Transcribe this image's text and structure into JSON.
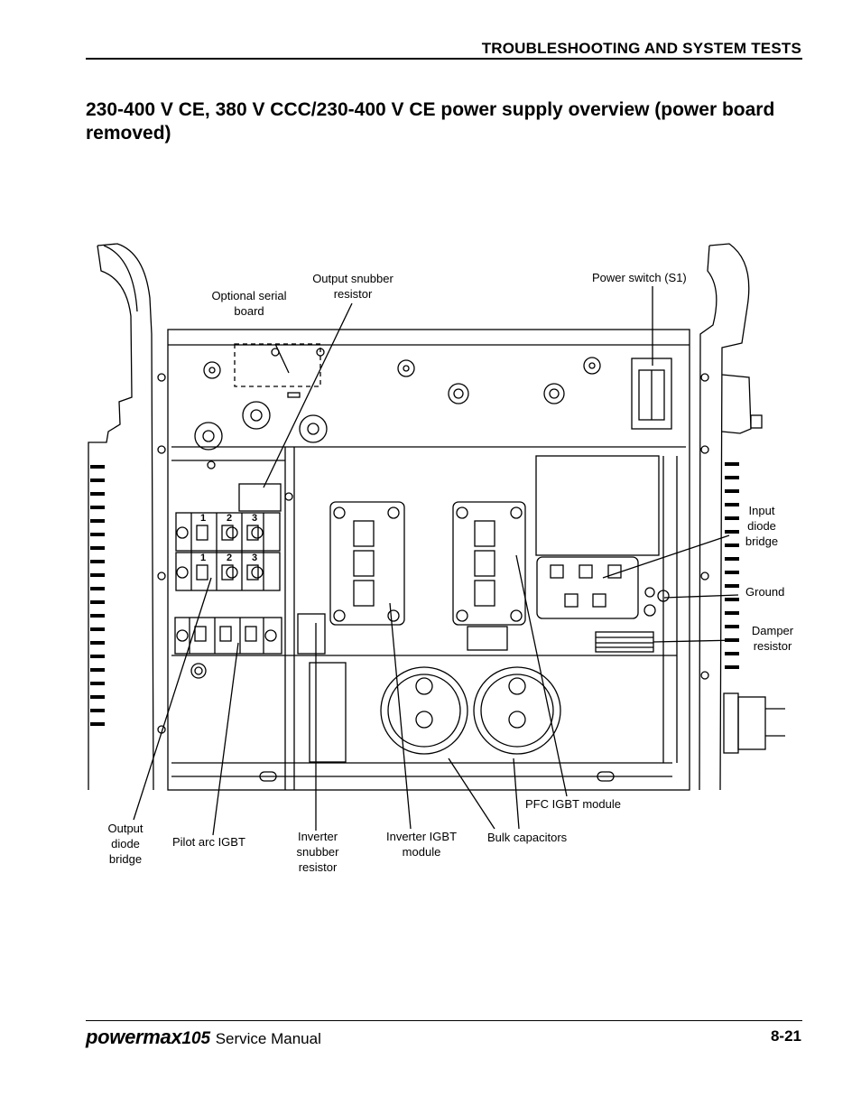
{
  "header": {
    "section_title": "TROUBLESHOOTING AND SYSTEM TESTS"
  },
  "page_heading": "230-400 V CE, 380 V CCC/230-400 V CE power supply overview (power board removed)",
  "diagram": {
    "callouts": {
      "optional_serial_board": "Optional serial board",
      "output_snubber_resistor": "Output snubber resistor",
      "power_switch": "Power switch (S1)",
      "input_diode_bridge": "Input diode bridge",
      "ground": "Ground",
      "damper_resistor": "Damper resistor",
      "output_diode_bridge": "Output diode bridge",
      "pilot_arc_igbt": "Pilot arc IGBT",
      "inverter_snubber_resistor": "Inverter snubber resistor",
      "inverter_igbt_module": "Inverter IGBT module",
      "bulk_capacitors": "Bulk capacitors",
      "pfc_igbt_module": "PFC IGBT module"
    },
    "terminal_numbers": [
      "1",
      "2",
      "3"
    ]
  },
  "footer": {
    "brand_word": "powermax",
    "brand_model": "105",
    "brand_suffix": "Service Manual",
    "page_number": "8-21"
  }
}
